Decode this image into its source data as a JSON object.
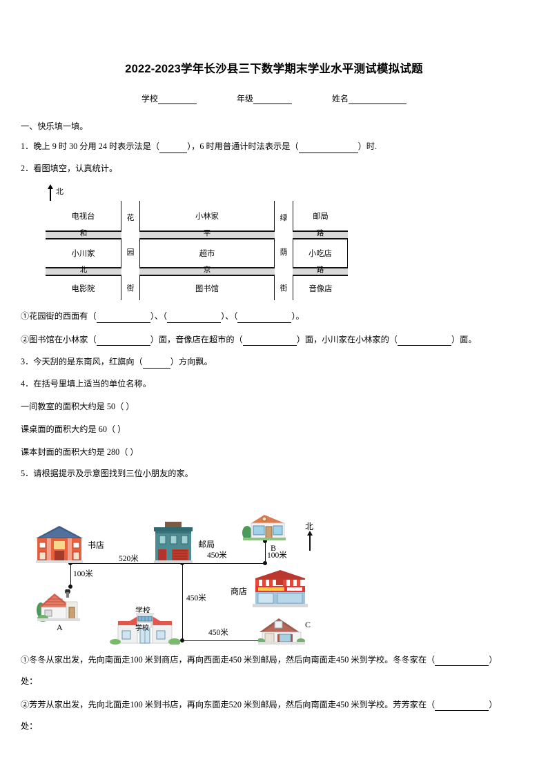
{
  "header": {
    "title": "2022-2023学年长沙县三下数学期末学业水平测试模拟试题",
    "fields": [
      {
        "label": "学校",
        "value": ""
      },
      {
        "label": "年级",
        "value": ""
      },
      {
        "label": "姓名",
        "value": ""
      }
    ]
  },
  "section": {
    "heading": "一、快乐填一填。"
  },
  "q1": {
    "num": "1．",
    "part_a": "晚上 9 时 30 分用 24 时表示法是（",
    "part_b": "），6 时用普通计时法表示是（",
    "part_c": "）时."
  },
  "q2": {
    "num": "2．",
    "text": "看图填空，认真统计。",
    "map": {
      "north_label": "北",
      "vertical_streets": [
        {
          "name": "花园街",
          "chars": [
            "花",
            "园",
            "街"
          ]
        },
        {
          "name": "绿荫街",
          "chars": [
            "绿",
            "荫",
            "街"
          ]
        }
      ],
      "horizontal_roads": [
        {
          "name": "和平路",
          "segments": [
            "和",
            "平",
            "路"
          ]
        },
        {
          "name": "北京路",
          "segments": [
            "北",
            "京",
            "路"
          ]
        }
      ],
      "blocks": [
        [
          "电视台",
          "小林家",
          "邮局"
        ],
        [
          "小川家",
          "超市",
          "小吃店"
        ],
        [
          "电影院",
          "图书馆",
          "音像店"
        ]
      ]
    },
    "sub1": {
      "prefix": "①花园街的西面有（",
      "mid1": "）、（",
      "mid2": "）、（",
      "suffix": "）。"
    },
    "sub2": {
      "p1": "②图书馆在小林家（",
      "p2": "）面，音像店在超市的（",
      "p3": "）面，小川家在小林家的（",
      "p4": "）面。"
    }
  },
  "q3": {
    "num": "3．",
    "part_a": "今天刮的是东南风，红旗向（",
    "part_b": "）方向飘。"
  },
  "q4": {
    "num": "4．",
    "text": "在括号里填上适当的单位名称。",
    "items": [
      "一间教室的面积大约是 50（  ）",
      "课桌面的面积大约是 60（  ）",
      "课本封面的面积大约是 280（  ）"
    ]
  },
  "q5": {
    "num": "5．",
    "text": "请根据提示及示意图找到三位小朋友的家。",
    "diagram": {
      "north_label": "北",
      "places": [
        {
          "key": "bookstore",
          "label": "书店"
        },
        {
          "key": "post-office",
          "label": "邮局"
        },
        {
          "key": "store",
          "label": "商店"
        },
        {
          "key": "school",
          "label": "学校"
        },
        {
          "key": "school-sign",
          "label": "学校"
        },
        {
          "key": "house-a",
          "label": "A"
        },
        {
          "key": "house-b",
          "label": "B"
        },
        {
          "key": "house-c",
          "label": "C"
        }
      ],
      "distances": [
        {
          "key": "bookstore-to-a",
          "label": "100米"
        },
        {
          "key": "bookstore-to-post",
          "label": "520米"
        },
        {
          "key": "post-to-b-corner",
          "label": "450米"
        },
        {
          "key": "b-to-corner",
          "label": "100米"
        },
        {
          "key": "post-to-school",
          "label": "450米"
        },
        {
          "key": "school-to-c",
          "label": "450米"
        }
      ]
    },
    "sub1": {
      "text": "①冬冬从家出发，先向南面走100 米到商店，再向西面走450 米到邮局，然后向南面走450 米到学校。冬冬家在（",
      "tail": "）",
      "tail2": "处："
    },
    "sub2": {
      "text": "②芳芳从家出发，先向北面走100 米到书店，再向东面走520 米到邮局，然后向南面走450 米到学校。芳芳家在（",
      "tail": "）",
      "tail2": "处："
    }
  },
  "colors": {
    "road_fill": "#d9d9d9",
    "ink": "#111111",
    "bookstore_body": "#e8613c",
    "bookstore_roof": "#3f5d86",
    "post_body": "#4e8b92",
    "post_roof": "#7a5c46",
    "store_body": "#b9372e",
    "school_body": "#e9ecef",
    "school_roof": "#e2574c",
    "house_a_roof": "#d4614f",
    "house_b_roof": "#d97c4e",
    "house_c_roof": "#9e5a4e"
  }
}
